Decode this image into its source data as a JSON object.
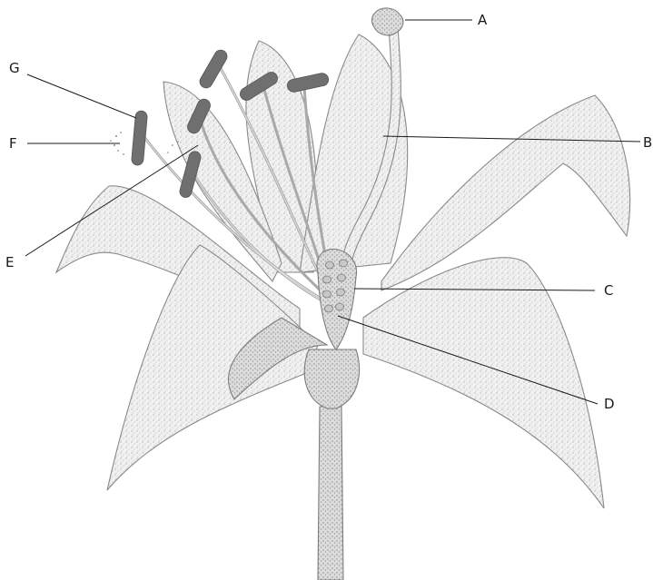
{
  "figure": {
    "labels": [
      {
        "id": "A",
        "text": "A"
      },
      {
        "id": "B",
        "text": "B"
      },
      {
        "id": "C",
        "text": "C"
      },
      {
        "id": "D",
        "text": "D"
      },
      {
        "id": "E",
        "text": "E"
      },
      {
        "id": "F",
        "text": "F"
      },
      {
        "id": "G",
        "text": "G"
      }
    ]
  }
}
